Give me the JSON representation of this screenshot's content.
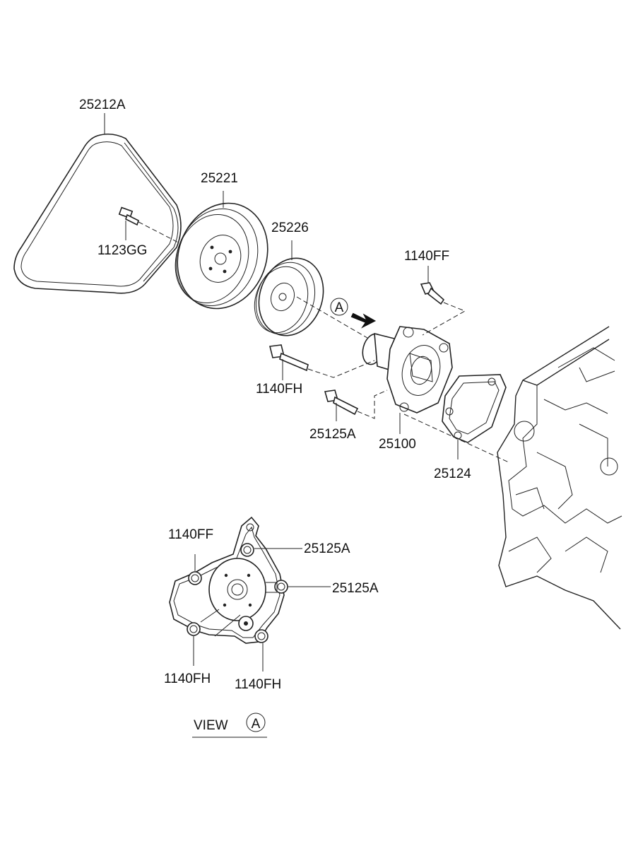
{
  "labels": {
    "belt": "25212A",
    "bolt_1123": "1123GG",
    "pulley_crank": "25221",
    "pulley_pump": "25226",
    "bolt_1140ff_top": "1140FF",
    "bolt_1140fh_left": "1140FH",
    "bolt_25125a": "25125A",
    "water_pump": "25100",
    "gasket": "25124",
    "view_ff": "1140FF",
    "view_25125a_top": "25125A",
    "view_25125a_right": "25125A",
    "view_fh_left": "1140FH",
    "view_fh_right": "1140FH",
    "view_title": "VIEW",
    "view_letter": "A",
    "callout_letter": "A"
  }
}
